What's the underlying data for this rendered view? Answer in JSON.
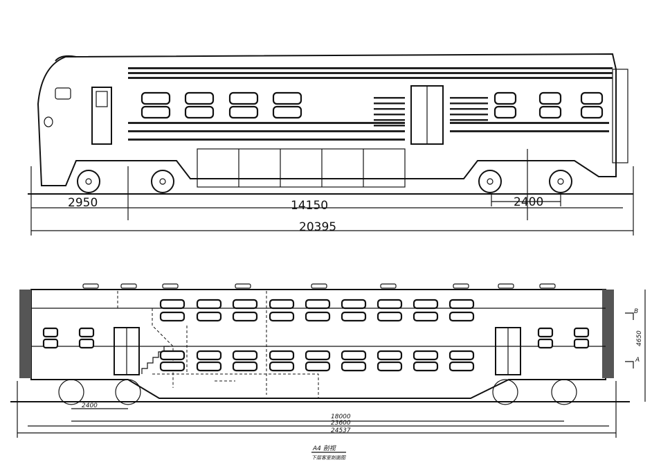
{
  "top_drawing": {
    "dimensions": {
      "overhang": "2950",
      "bogie_centers": "14150",
      "wheelbase": "2400",
      "overall": "20395"
    }
  },
  "bottom_drawing": {
    "dimensions": {
      "wheelbase": "2400",
      "bogie_centers": "18000",
      "body_length": "23600",
      "overall": "24537",
      "height": "4650"
    },
    "section_marks": {
      "upper": "B",
      "lower": "A"
    },
    "caption": {
      "title": "A4 剖视",
      "subtitle": "下层客室剖面图"
    }
  }
}
